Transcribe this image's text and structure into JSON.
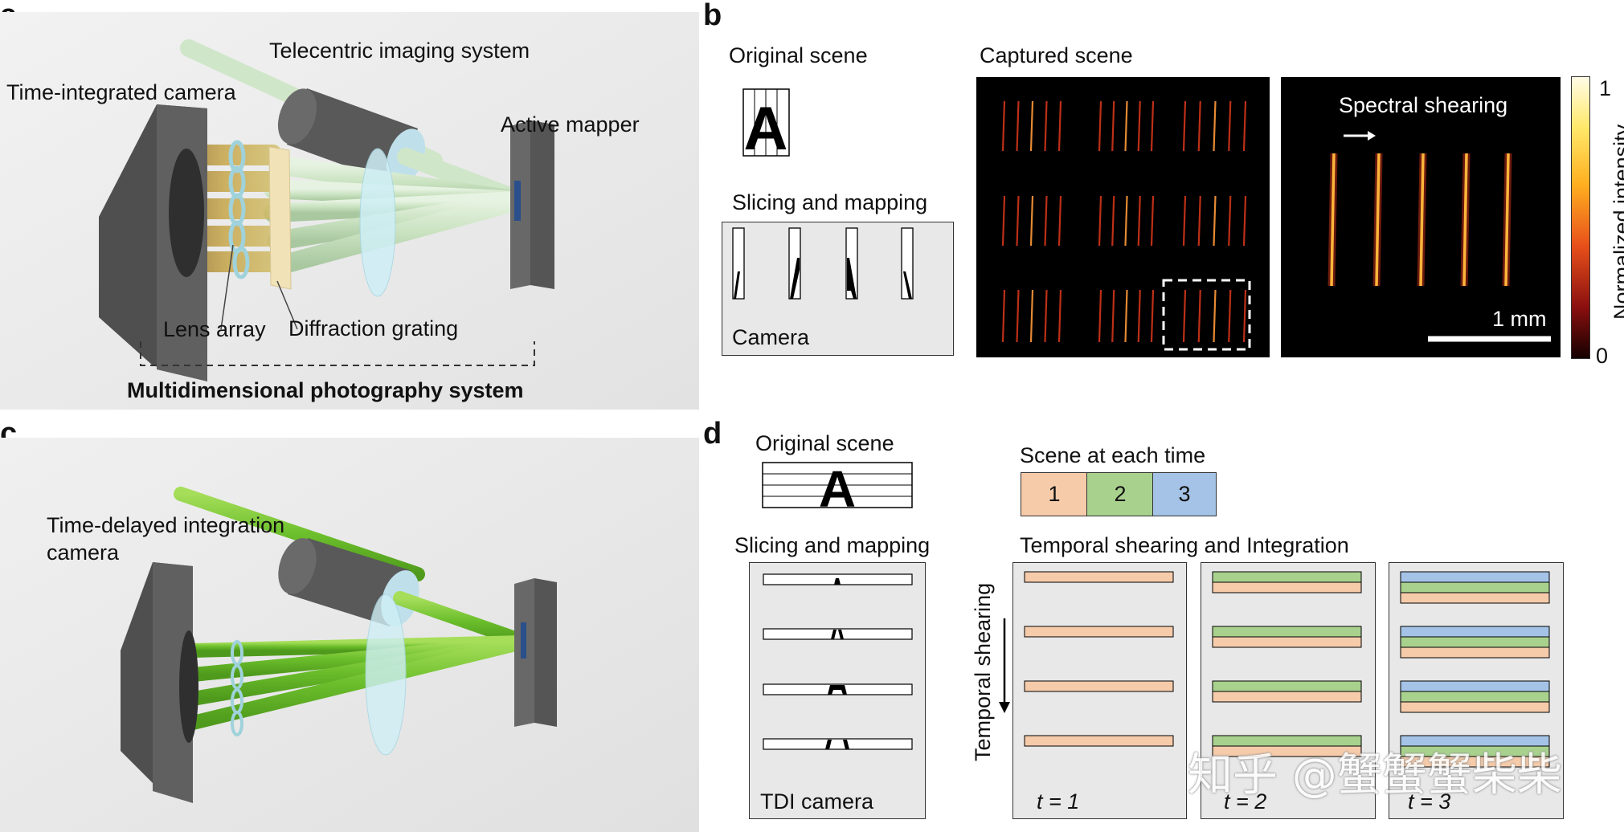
{
  "panels": {
    "a": {
      "label": "a",
      "labels": {
        "telecentric": "Telecentric imaging system",
        "camera": "Time-integrated camera",
        "mapper": "Active mapper",
        "lens": "Lens array",
        "grating": "Diffraction grating",
        "system": "Multidimensional photography system"
      }
    },
    "b": {
      "label": "b",
      "labels": {
        "original": "Original scene",
        "captured": "Captured scene",
        "slicing": "Slicing and mapping",
        "camera": "Camera",
        "shearing": "Spectral shearing",
        "scale": "1 mm",
        "colorbar_title": "Normalized intensity",
        "colorbar_max": "1",
        "colorbar_min": "0"
      },
      "glyph": "A"
    },
    "c": {
      "label": "c",
      "labels": {
        "tdi": "Time-delayed integration\ncamera"
      }
    },
    "d": {
      "label": "d",
      "labels": {
        "original": "Original scene",
        "scene_time": "Scene at each time",
        "slicing": "Slicing and mapping",
        "temporal": "Temporal shearing and Integration",
        "tdi_camera": "TDI camera",
        "temporal_shearing": "Temporal shearing",
        "t1": "t = 1",
        "t2": "t = 2",
        "t3": "t = 3"
      },
      "glyph": "A",
      "times": [
        "1",
        "2",
        "3"
      ],
      "colors": {
        "t1": "#f6cbaa",
        "t2": "#a9d18e",
        "t3": "#a4c3e6"
      }
    }
  },
  "watermark": "知乎 @蟹蟹蟹柴柴"
}
